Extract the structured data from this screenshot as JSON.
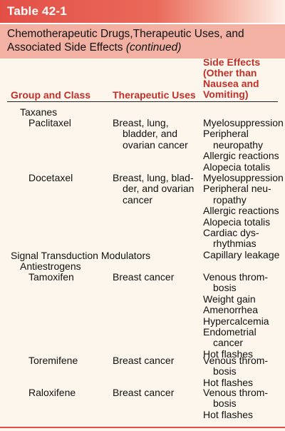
{
  "table_tab": "Table 42-1",
  "title": {
    "line1": "Chemotherapeutic Drugs,Therapeutic Uses, and",
    "line2": "Associated Side Effects",
    "continued": "(continued)"
  },
  "headers": {
    "group": "Group and Class",
    "uses": "Therapeutic Uses",
    "side_effects": [
      "Side Effects",
      "(Other than",
      "Nausea and",
      "Vomiting)"
    ]
  },
  "rows": {
    "taxanes": "Taxanes",
    "paclitaxel": {
      "name": "Paclitaxel",
      "uses": [
        "Breast, lung,",
        "bladder, and",
        "ovarian cancer"
      ],
      "effects": [
        "Myelosuppression",
        "Peripheral",
        "neuropathy",
        "Allergic reactions",
        "Alopecia totalis"
      ]
    },
    "docetaxel": {
      "name": "Docetaxel",
      "uses": [
        "Breast, lung, blad-",
        "der, and ovarian",
        "cancer"
      ],
      "effects": [
        "Myelosuppression",
        "Peripheral neu-",
        "ropathy",
        "Allergic reactions",
        "Alopecia totalis",
        "Cardiac dys-",
        "rhythmias",
        "Capillary leakage"
      ]
    },
    "signal": "Signal Transduction Modulators",
    "antiestrogens": "Antiestrogens",
    "tamoxifen": {
      "name": "Tamoxifen",
      "uses": [
        "Breast cancer"
      ],
      "effects": [
        "Venous throm-",
        "bosis",
        "Weight gain",
        "Amenorrhea",
        "Hypercalcemia",
        "Endometrial",
        "cancer",
        "Hot flashes"
      ]
    },
    "toremifene": {
      "name": "Toremifene",
      "uses": [
        "Breast cancer"
      ],
      "effects": [
        "Venous throm-",
        "bosis",
        "Hot flashes"
      ]
    },
    "raloxifene": {
      "name": "Raloxifene",
      "uses": [
        "Breast cancer"
      ],
      "effects": [
        "Venous throm-",
        "bosis",
        "Hot flashes"
      ]
    }
  }
}
